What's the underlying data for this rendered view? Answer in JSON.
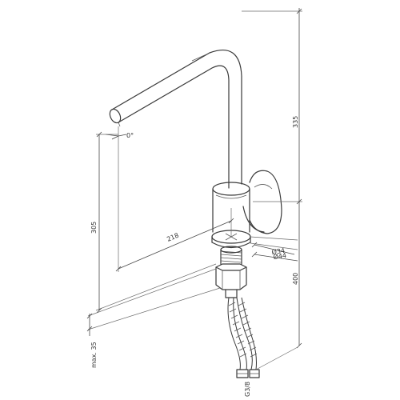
{
  "labels": {
    "angle": "0°",
    "height_spout": "305",
    "height_total": "335",
    "reach": "218",
    "thread": "G3/8",
    "dia_1": "Ø34",
    "dia_2": "Ø44",
    "max_thickness": "max. 35",
    "hose_length": "400"
  },
  "colors": {
    "line": "#3a3a3a",
    "background": "#ffffff"
  }
}
